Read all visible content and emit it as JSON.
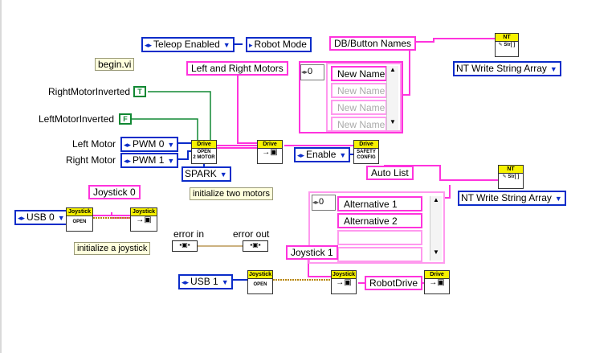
{
  "teleop_ring": "Teleop Enabled",
  "robot_mode_label": "Robot Mode",
  "begin_vi": "begin.vi",
  "db_button_names": "DB/Button Names",
  "left_right_motors": "Left and Right Motors",
  "name_array": {
    "index": "0",
    "items": [
      "New Name",
      "New Name",
      "New Name",
      "New Name"
    ]
  },
  "nt_write_1": {
    "top": "NT",
    "sub": "Str[ ]",
    "label": "NT Write String Array"
  },
  "right_motor_inverted": {
    "label": "RightMotorInverted",
    "value": "T"
  },
  "left_motor_inverted": {
    "label": "LeftMotorInverted",
    "value": "F"
  },
  "left_motor": {
    "label": "Left Motor",
    "ring": "PWM 0"
  },
  "right_motor": {
    "label": "Right Motor",
    "ring": "PWM 1"
  },
  "drive_open": {
    "hdr": "Drive",
    "line1": "OPEN",
    "line2": "2 MOTOR"
  },
  "drive_ref": {
    "hdr": "Drive"
  },
  "spark_ring": "SPARK",
  "init_motors_note": "initialize two motors",
  "enable_ring": "Enable",
  "drive_safety": {
    "hdr": "Drive",
    "line1": "SAFETY",
    "line2": "CONFIG"
  },
  "auto_list": "Auto List",
  "nt_write_2": {
    "top": "NT",
    "sub": "Str[ ]",
    "label": "NT Write String Array"
  },
  "alt_array": {
    "index": "0",
    "items": [
      "Alternative 1",
      "Alternative 2",
      "",
      ""
    ]
  },
  "joystick0": "Joystick 0",
  "usb0_ring": "USB 0",
  "joystick_open": {
    "hdr": "Joystick",
    "line1": "OPEN"
  },
  "joystick_ref": {
    "hdr": "Joystick"
  },
  "init_joystick_note": "initialize a joystick",
  "error_in": "error in",
  "error_out": "error out",
  "joystick1": "Joystick 1",
  "usb1_ring": "USB 1",
  "robot_drive": "RobotDrive",
  "drive_ref2": {
    "hdr": "Drive"
  },
  "colors": {
    "refnum_wire": "#ff33dd",
    "enum_wire": "#0b2cc9",
    "bool_wire": "#118833",
    "error_wire": "#b8860b"
  }
}
